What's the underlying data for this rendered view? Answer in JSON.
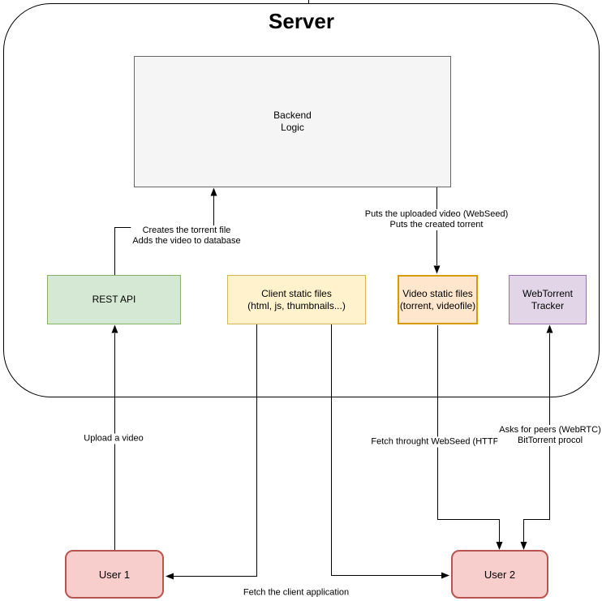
{
  "title": "Server",
  "nodes": {
    "backend": {
      "lines": [
        "Backend",
        "Logic"
      ],
      "fill": "#f5f5f5",
      "stroke": "#666666"
    },
    "rest_api": {
      "lines": [
        "REST API"
      ],
      "fill": "#d5e8d4",
      "stroke": "#82b366"
    },
    "client_static": {
      "lines": [
        "Client static files",
        "(html, js, thumbnails...)"
      ],
      "fill": "#fff2cc",
      "stroke": "#d6b656"
    },
    "video_static": {
      "lines": [
        "Video static files",
        "(torrent, videofile)"
      ],
      "fill": "#ffe6cc",
      "stroke": "#d79b00"
    },
    "tracker": {
      "lines": [
        "WebTorrent",
        "Tracker"
      ],
      "fill": "#e1d5e7",
      "stroke": "#9673a6"
    },
    "user1": {
      "lines": [
        "User 1"
      ],
      "fill": "#f8cecc",
      "stroke": "#b85450"
    },
    "user2": {
      "lines": [
        "User 2"
      ],
      "fill": "#f8cecc",
      "stroke": "#b85450"
    }
  },
  "edge_labels": {
    "creates_torrent": {
      "lines": [
        "Creates the torrent file",
        "Adds the video to database"
      ]
    },
    "puts_video": {
      "lines": [
        "Puts the uploaded video (WebSeed)",
        "Puts the created torrent"
      ]
    },
    "upload_video": {
      "lines": [
        "Upload a video"
      ]
    },
    "fetch_webseed": {
      "lines": [
        "Fetch throught WebSeed (HTTP)"
      ]
    },
    "asks_peers": {
      "lines": [
        "Asks for peers (WebRTC)",
        "BitTorrent procol"
      ]
    },
    "fetch_client": {
      "lines": [
        "Fetch the client application"
      ]
    }
  },
  "edge_stroke": "#000000"
}
